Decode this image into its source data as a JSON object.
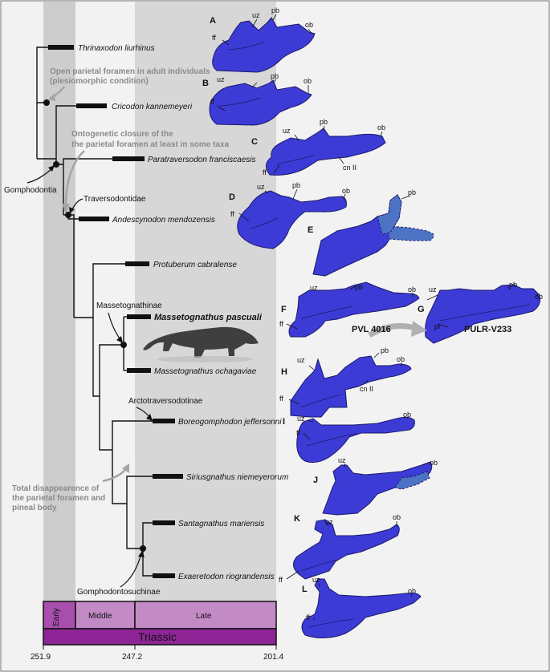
{
  "taxa": {
    "thrinaxodon": "Thrinaxodon liurhinus",
    "cricodon": "Cricodon kannemeyeri",
    "paratraversodon": "Paratraversodon franciscaesis",
    "andescynodon": "Andescynodon mendozensis",
    "protuberum": "Protuberum cabralense",
    "massetognathus_pascuali": "Massetognathus pascuali",
    "massetognathus_ochagaviae": "Massetognathus ochagaviae",
    "boreogomphodon": "Boreogomphodon jeffersonni",
    "siriusgnathus": "Siriusgnathus niemeyerorum",
    "santagnathus": "Santagnathus mariensis",
    "exaeretodon": "Exaeretodon riograndensis"
  },
  "clades": {
    "gomphodontia": "Gomphodontia",
    "traversodontidae": "Traversodontidae",
    "massetognathinae": "Massetognathinae",
    "arctotraversodotinae": "Arctotraversodotinae",
    "gomphodontosuchinae": "Gomphodontosuchinae"
  },
  "notes": {
    "open_line1": "Open parietal foramen in adult individuals",
    "open_line2": "(plesiomorphic condition)",
    "closure_line1": "Ontogenetic closure of the",
    "closure_line2": "the parietal foramen at least in some taxa",
    "disappear_line1": "Total disappearence of",
    "disappear_line2": "the parietal foramen and",
    "disappear_line3": "pineal body"
  },
  "panels": {
    "A": "A",
    "B": "B",
    "C": "C",
    "D": "D",
    "E": "E",
    "F": "F",
    "G": "G",
    "H": "H",
    "I": "I",
    "J": "J",
    "K": "K",
    "L": "L"
  },
  "anatomy": {
    "uz": "uz",
    "pb": "pb",
    "ob": "ob",
    "ff": "ff",
    "cn2": "cn II",
    "pl": "pl"
  },
  "specimens": {
    "pvl": "PVL 4016",
    "pulr": "PULR-V233"
  },
  "timescale": {
    "early": "Early",
    "middle": "Middle",
    "late": "Late",
    "period": "Triassic",
    "ticks": [
      "251.9",
      "247.2",
      "201.4"
    ]
  },
  "colors": {
    "bone": "#3d3bd6",
    "reconstruction": "#4d74c4",
    "early_band": "#cdcdcd",
    "late_band": "#d7d7d7",
    "stage_light": "#c38bc6",
    "stage_mid": "#a84fae",
    "triassic": "#8e2596"
  }
}
